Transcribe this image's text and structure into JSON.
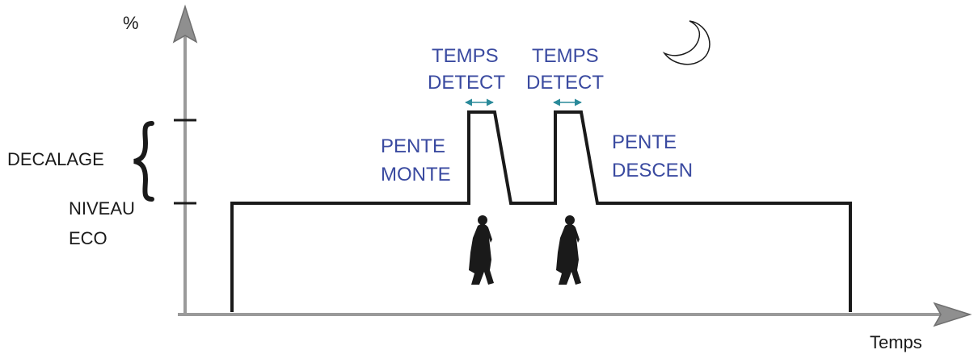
{
  "axes": {
    "y_label": "%",
    "x_label": "Temps"
  },
  "levels": {
    "decalage": "DECALAGE",
    "niveau_eco_line1": "NIVEAU",
    "niveau_eco_line2": "ECO"
  },
  "annotations": {
    "pente_monte_line1": "PENTE",
    "pente_monte_line2": "MONTE",
    "pente_descen_line1": "PENTE",
    "pente_descen_line2": "DESCEN",
    "temps_detect_1_line1": "TEMPS",
    "temps_detect_1_line2": "DETECT",
    "temps_detect_2_line1": "TEMPS",
    "temps_detect_2_line2": "DETECT"
  },
  "icons": {
    "night": "crescent-moon-icon",
    "presence": "walking-person-icon"
  },
  "colors": {
    "axis": "#9a9a9a",
    "signal": "#1a1a1a",
    "label_blue": "#3a4aa0",
    "arrow_teal": "#2a8a9a"
  }
}
